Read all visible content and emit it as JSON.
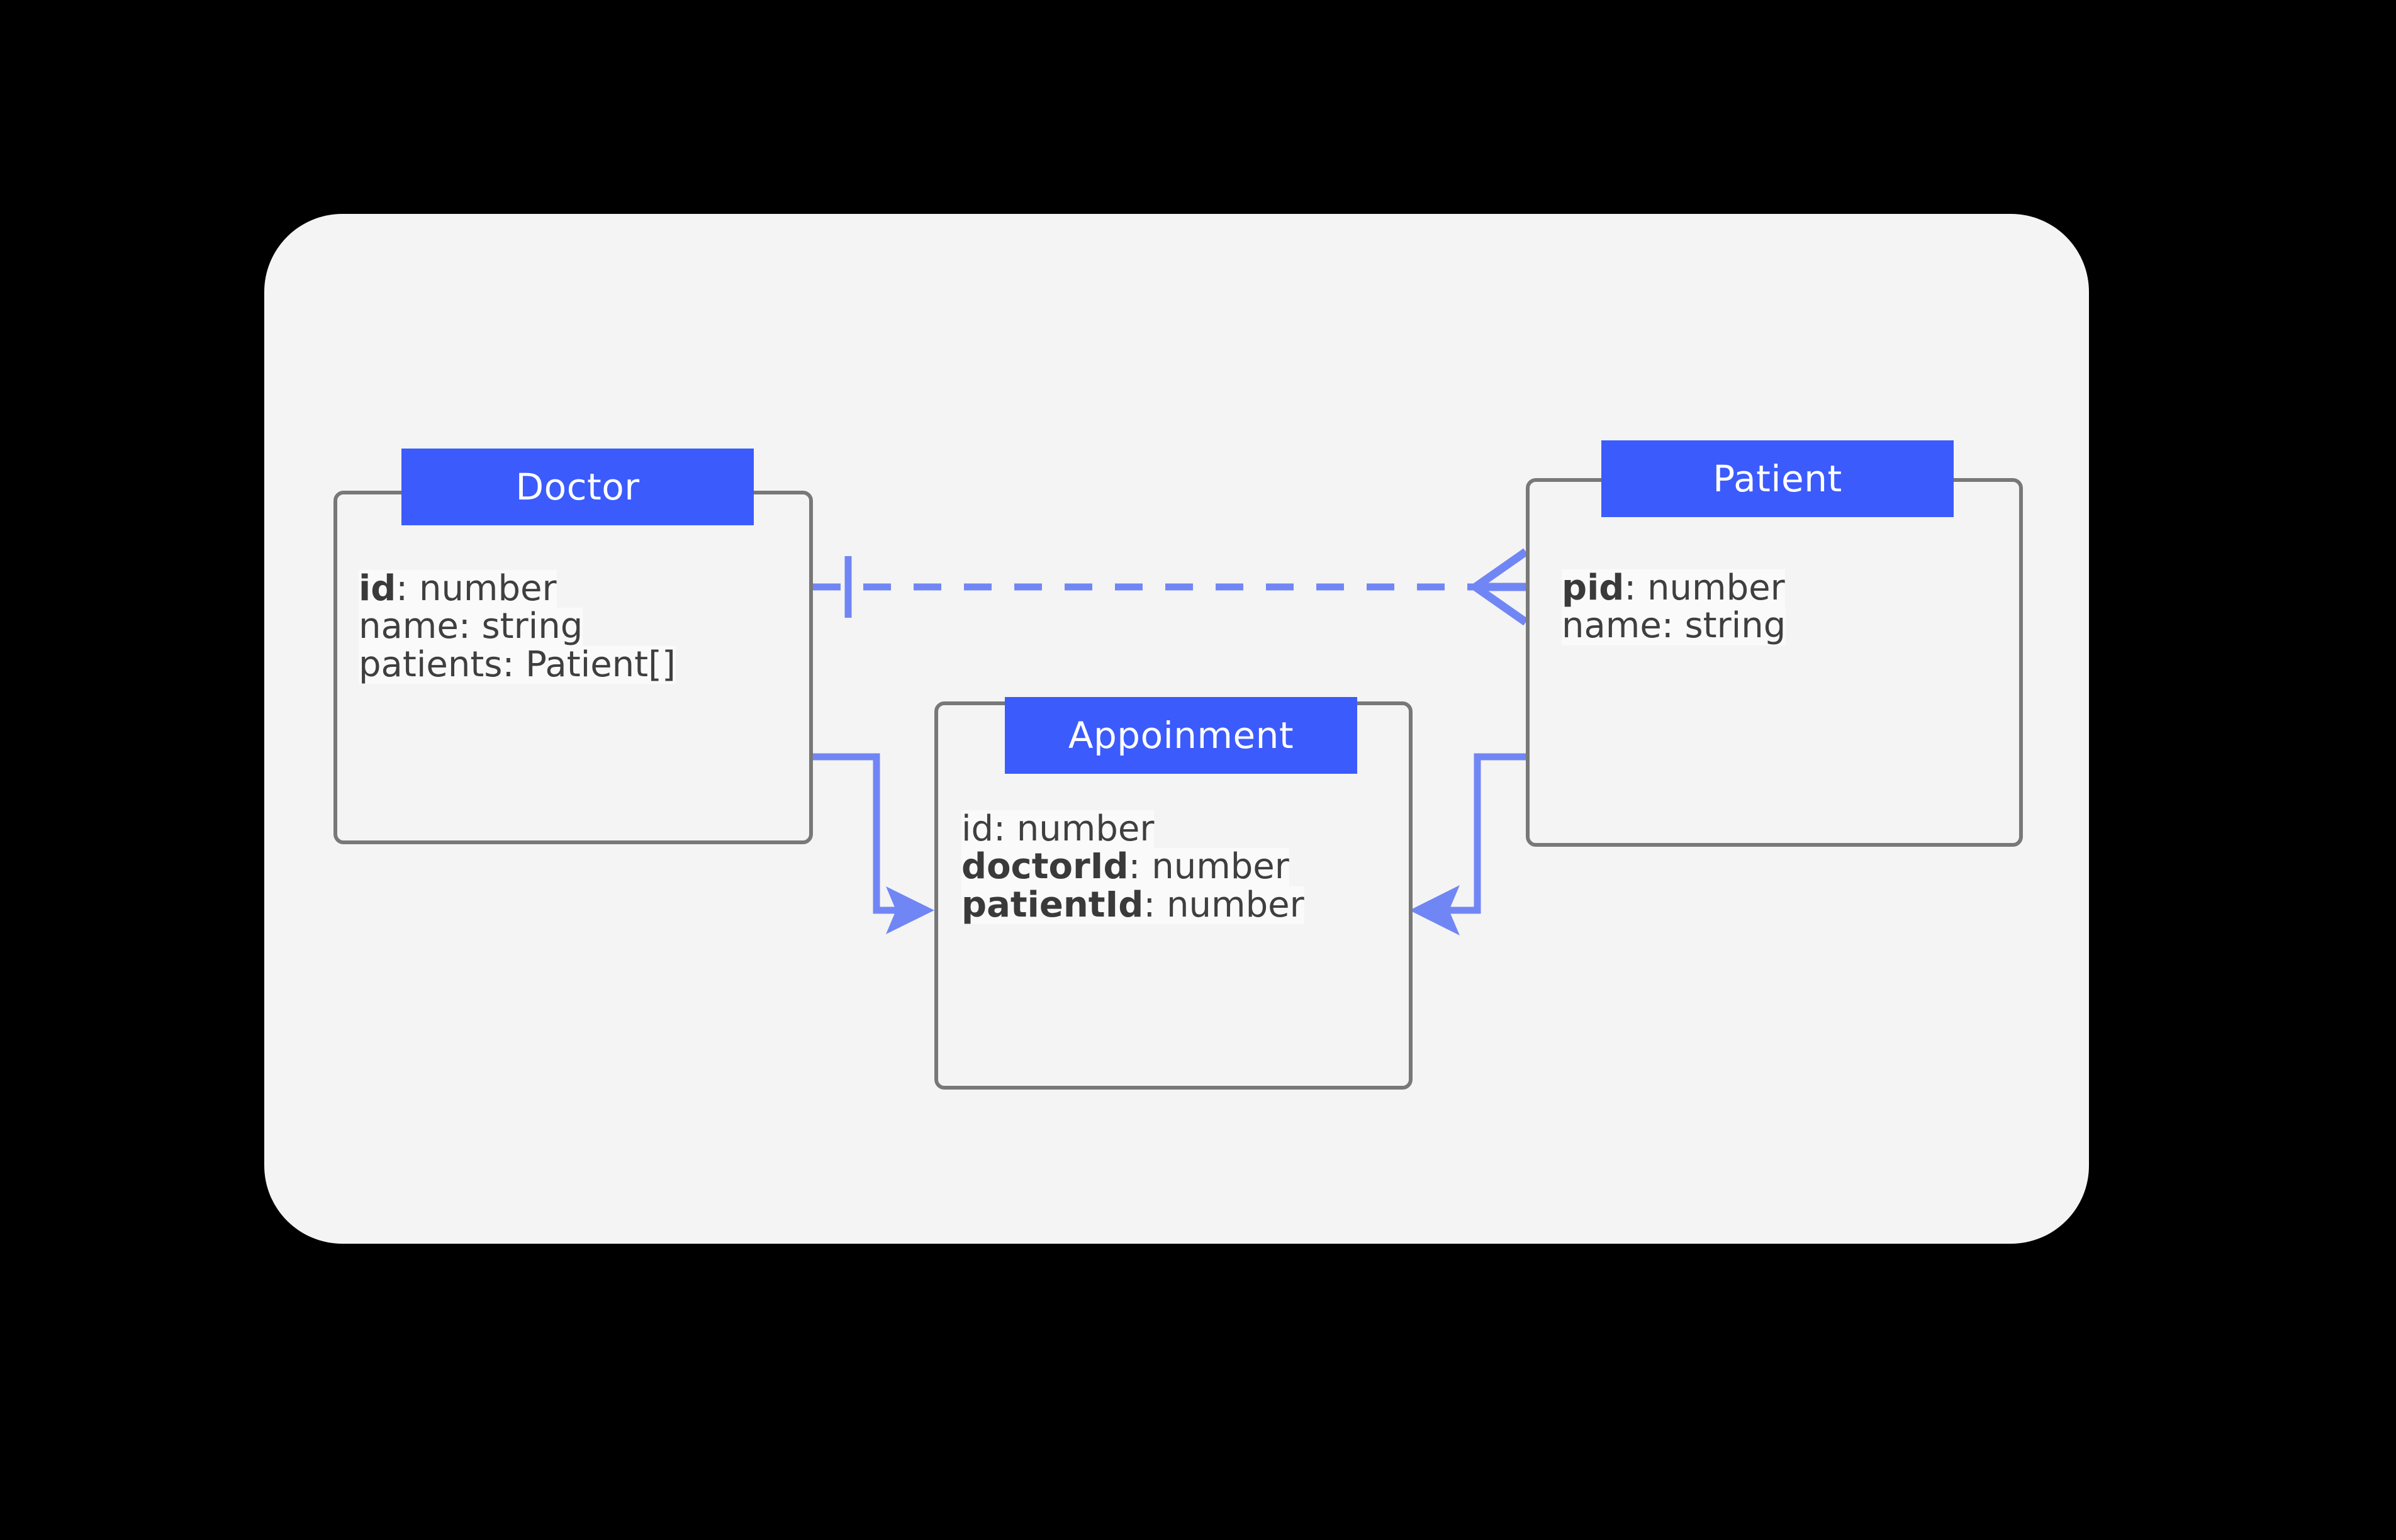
{
  "canvas": {
    "background_color": "#000000",
    "panel_color": "#f4f4f4",
    "accent_color": "#3b5bfd",
    "connector_color": "#7186f5",
    "entity_border_color": "#787878",
    "text_color": "#3f3f3f"
  },
  "entities": [
    {
      "id": "doctor",
      "title": "Doctor",
      "fields": [
        {
          "key": "id",
          "bold": true,
          "type": ": number"
        },
        {
          "key": "name",
          "bold": false,
          "type": ": string"
        },
        {
          "key": "patients",
          "bold": false,
          "type": ": Patient[]"
        }
      ]
    },
    {
      "id": "appointment",
      "title": "Appoinment",
      "fields": [
        {
          "key": "id",
          "bold": false,
          "type": ": number"
        },
        {
          "key": "doctorId",
          "bold": true,
          "type": ": number"
        },
        {
          "key": "patientId",
          "bold": true,
          "type": ": number"
        }
      ]
    },
    {
      "id": "patient",
      "title": "Patient",
      "fields": [
        {
          "key": "pid",
          "bold": true,
          "type": ": number"
        },
        {
          "key": "name",
          "bold": false,
          "type": ": string"
        }
      ]
    }
  ],
  "relationships": [
    {
      "id": "doctor-patient",
      "from": "doctor",
      "to": "patient",
      "style": "dashed",
      "source_marker": "one-tick",
      "target_marker": "crow-foot"
    },
    {
      "id": "doctor-appointment",
      "from": "doctor",
      "to": "appointment",
      "style": "solid",
      "source_marker": "none",
      "target_marker": "arrow"
    },
    {
      "id": "patient-appointment",
      "from": "patient",
      "to": "appointment",
      "style": "solid",
      "source_marker": "none",
      "target_marker": "arrow"
    }
  ]
}
